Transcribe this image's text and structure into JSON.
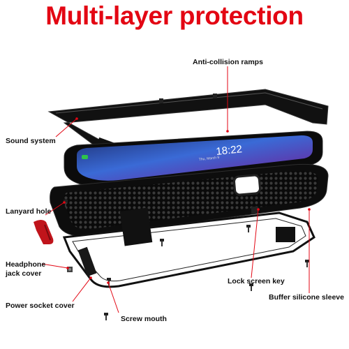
{
  "title": "Multi-layer protection",
  "labels": {
    "anti_collision": "Anti-collision ramps",
    "sound_system": "Sound system",
    "lanyard_hole": "Lanyard hole",
    "headphone_line1": "Headphone",
    "headphone_line2": "jack cover",
    "power_socket": "Power socket cover",
    "screw_mouth": "Screw mouth",
    "lock_screen": "Lock screen key",
    "buffer_sleeve": "Buffer silicone sleeve"
  },
  "phone_screen": {
    "time": "18:22",
    "date": "Thu, March 9"
  },
  "colors": {
    "title": "#e30613",
    "leader": "#e30613",
    "case": "#151515",
    "screen_blue": "#2a4fb8",
    "lanyard_red": "#c0141b"
  }
}
